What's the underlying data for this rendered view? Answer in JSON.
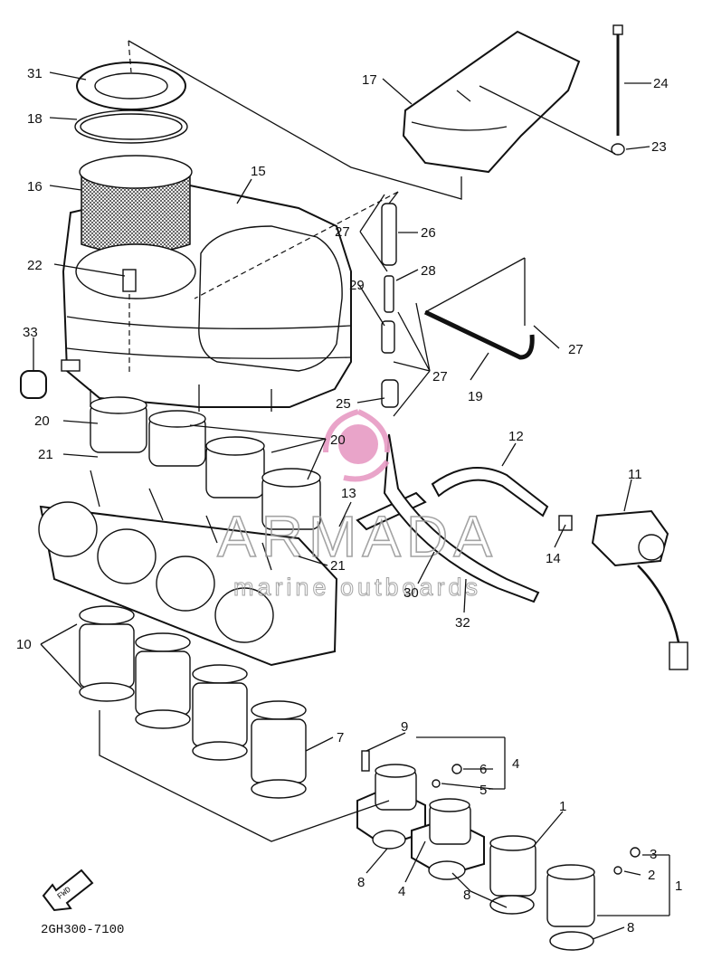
{
  "diagram": {
    "part_code": "2GH300-7100",
    "fwd_label": "FWD",
    "callouts": [
      {
        "id": "c31",
        "text": "31"
      },
      {
        "id": "c18",
        "text": "18"
      },
      {
        "id": "c16",
        "text": "16"
      },
      {
        "id": "c15",
        "text": "15"
      },
      {
        "id": "c22",
        "text": "22"
      },
      {
        "id": "c33",
        "text": "33"
      },
      {
        "id": "c20a",
        "text": "20"
      },
      {
        "id": "c21a",
        "text": "21"
      },
      {
        "id": "c20b",
        "text": "20"
      },
      {
        "id": "c21b",
        "text": "21"
      },
      {
        "id": "c10",
        "text": "10"
      },
      {
        "id": "c17",
        "text": "17"
      },
      {
        "id": "c24",
        "text": "24"
      },
      {
        "id": "c23",
        "text": "23"
      },
      {
        "id": "c27a",
        "text": "27"
      },
      {
        "id": "c26",
        "text": "26"
      },
      {
        "id": "c28",
        "text": "28"
      },
      {
        "id": "c29",
        "text": "29"
      },
      {
        "id": "c27b",
        "text": "27"
      },
      {
        "id": "c27c",
        "text": "27"
      },
      {
        "id": "c25",
        "text": "25"
      },
      {
        "id": "c19",
        "text": "19"
      },
      {
        "id": "c12",
        "text": "12"
      },
      {
        "id": "c11",
        "text": "11"
      },
      {
        "id": "c13",
        "text": "13"
      },
      {
        "id": "c14",
        "text": "14"
      },
      {
        "id": "c30",
        "text": "30"
      },
      {
        "id": "c32",
        "text": "32"
      },
      {
        "id": "c9",
        "text": "9"
      },
      {
        "id": "c7",
        "text": "7"
      },
      {
        "id": "c6",
        "text": "6"
      },
      {
        "id": "c4a",
        "text": "4"
      },
      {
        "id": "c5",
        "text": "5"
      },
      {
        "id": "c1a",
        "text": "1"
      },
      {
        "id": "c3",
        "text": "3"
      },
      {
        "id": "c2",
        "text": "2"
      },
      {
        "id": "c1b",
        "text": "1"
      },
      {
        "id": "c8a",
        "text": "8"
      },
      {
        "id": "c4b",
        "text": "4"
      },
      {
        "id": "c8b",
        "text": "8"
      },
      {
        "id": "c8c",
        "text": "8"
      }
    ]
  },
  "watermark": {
    "title": "ARMADA",
    "subtitle": "marine outboards",
    "logo_color": "#e79bc4"
  }
}
